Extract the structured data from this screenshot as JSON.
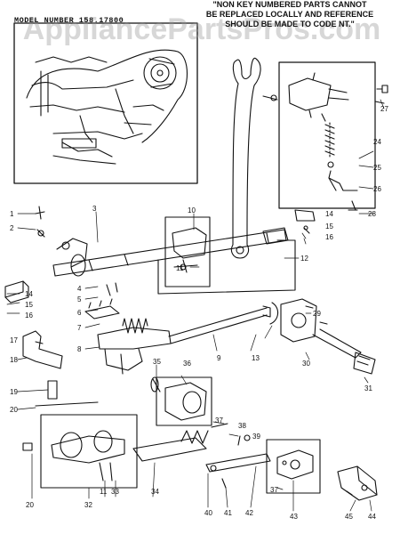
{
  "watermark": "AppliancePartsPros.com",
  "model": "MODEL NUMBER 158.17800",
  "note_lines": [
    "\"NON KEY NUMBERED PARTS CANNOT",
    "BE REPLACED LOCALLY AND REFERENCE",
    "SHOULD BE MADE TO CODE NT.\""
  ],
  "callouts": {
    "c1": "1",
    "c2": "2",
    "c3": "3",
    "c4": "4",
    "c5": "5",
    "c6": "6",
    "c7": "7",
    "c8": "8",
    "c9": "9",
    "c10": "10",
    "c11a": "11",
    "c12": "12",
    "c13": "13",
    "c14a": "14",
    "c15a": "15",
    "c16a": "16",
    "c14b": "14",
    "c15b": "15",
    "c16b": "16",
    "c17": "17",
    "c18": "18",
    "c19": "19",
    "c20a": "20",
    "c24": "24",
    "c25": "25",
    "c26": "26",
    "c27": "27",
    "c28": "28",
    "c29": "29",
    "c30": "30",
    "c31": "31",
    "c35": "35",
    "c36": "36",
    "c37a": "37",
    "c38": "38",
    "c39": "39",
    "c20b": "20",
    "c32": "32",
    "c11b": "11",
    "c33": "33",
    "c34": "34",
    "c40": "40",
    "c41": "41",
    "c42": "42",
    "c43": "43",
    "c37b": "37",
    "c45": "45",
    "c44": "44"
  }
}
